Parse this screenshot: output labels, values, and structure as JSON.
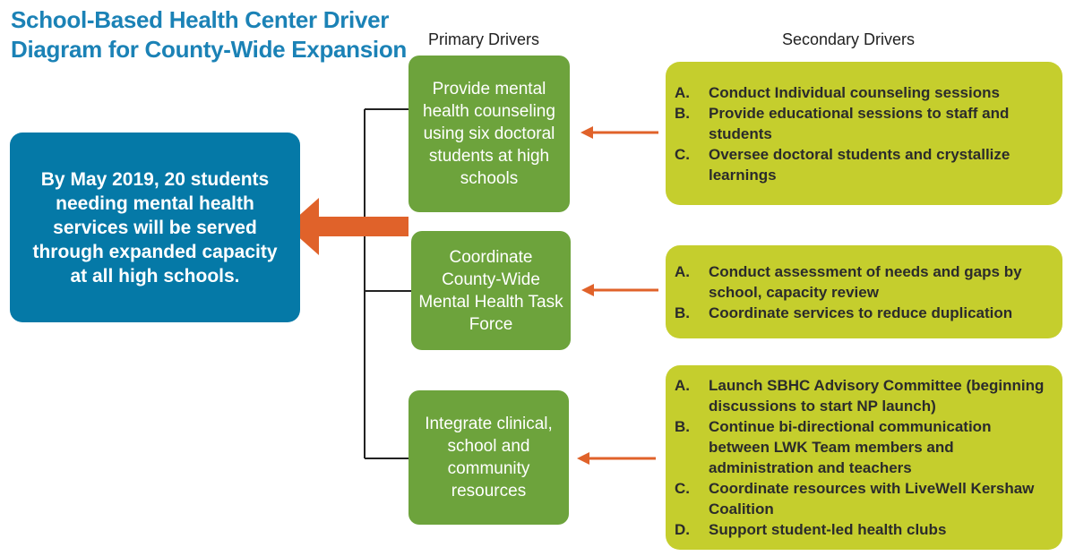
{
  "title": "School-Based Health Center Driver Diagram for County-Wide Expansion",
  "headers": {
    "primary": "Primary Drivers",
    "secondary": "Secondary Drivers"
  },
  "goal": "By May 2019, 20 students needing mental health services will be served through expanded capacity at all high schools.",
  "primary": [
    "Provide mental health counseling using six doctoral students at high schools",
    "Coordinate County-Wide Mental Health Task Force",
    "Integrate clinical, school and community resources"
  ],
  "secondary": [
    [
      {
        "letter": "A.",
        "text": " Conduct Individual counseling sessions"
      },
      {
        "letter": "B.",
        "text": " Provide educational sessions to staff and students"
      },
      {
        "letter": "C.",
        "text": "Oversee doctoral students and crystallize learnings"
      }
    ],
    [
      {
        "letter": "A.",
        "text": "Conduct assessment of needs and gaps by school, capacity review"
      },
      {
        "letter": "B.",
        "text": "Coordinate services to reduce duplication"
      }
    ],
    [
      {
        "letter": "A.",
        "text": "Launch SBHC Advisory Committee (beginning discussions to start NP launch)"
      },
      {
        "letter": "B.",
        "text": "Continue bi-directional communication between LWK Team members and administration and teachers"
      },
      {
        "letter": "C.",
        "text": "Coordinate resources with LiveWell Kershaw Coalition"
      },
      {
        "letter": "D.",
        "text": "Support student-led health clubs"
      }
    ]
  ],
  "colors": {
    "title": "#1b82b6",
    "goal": "#0579a7",
    "primary": "#6da33c",
    "secondary": "#c5ce2d",
    "arrow": "#e0622a"
  }
}
